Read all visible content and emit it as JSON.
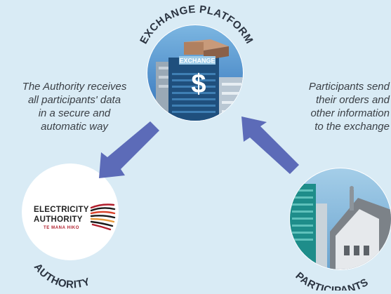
{
  "exchange": {
    "title": "EXCHANGE PLATFORM",
    "building_sign": "EXCHANGE",
    "symbol": "$"
  },
  "authority": {
    "title": "AUTHORITY",
    "logo_line1": "ELECTRICITY",
    "logo_line2": "AUTHORITY",
    "logo_line3": "TE MANA HIKO"
  },
  "participants": {
    "title": "PARTICIPANTS"
  },
  "captions": {
    "left": [
      "The Authority receives",
      "all participants' data",
      "in a secure and",
      "automatic way"
    ],
    "right": [
      "Participants send",
      "their orders and",
      "other information",
      "to the exchange"
    ]
  },
  "colors": {
    "background": "#d9ebf5",
    "arrow": "#5c6bb8",
    "label": "#2a3340",
    "logo_red": "#b01e2c"
  }
}
